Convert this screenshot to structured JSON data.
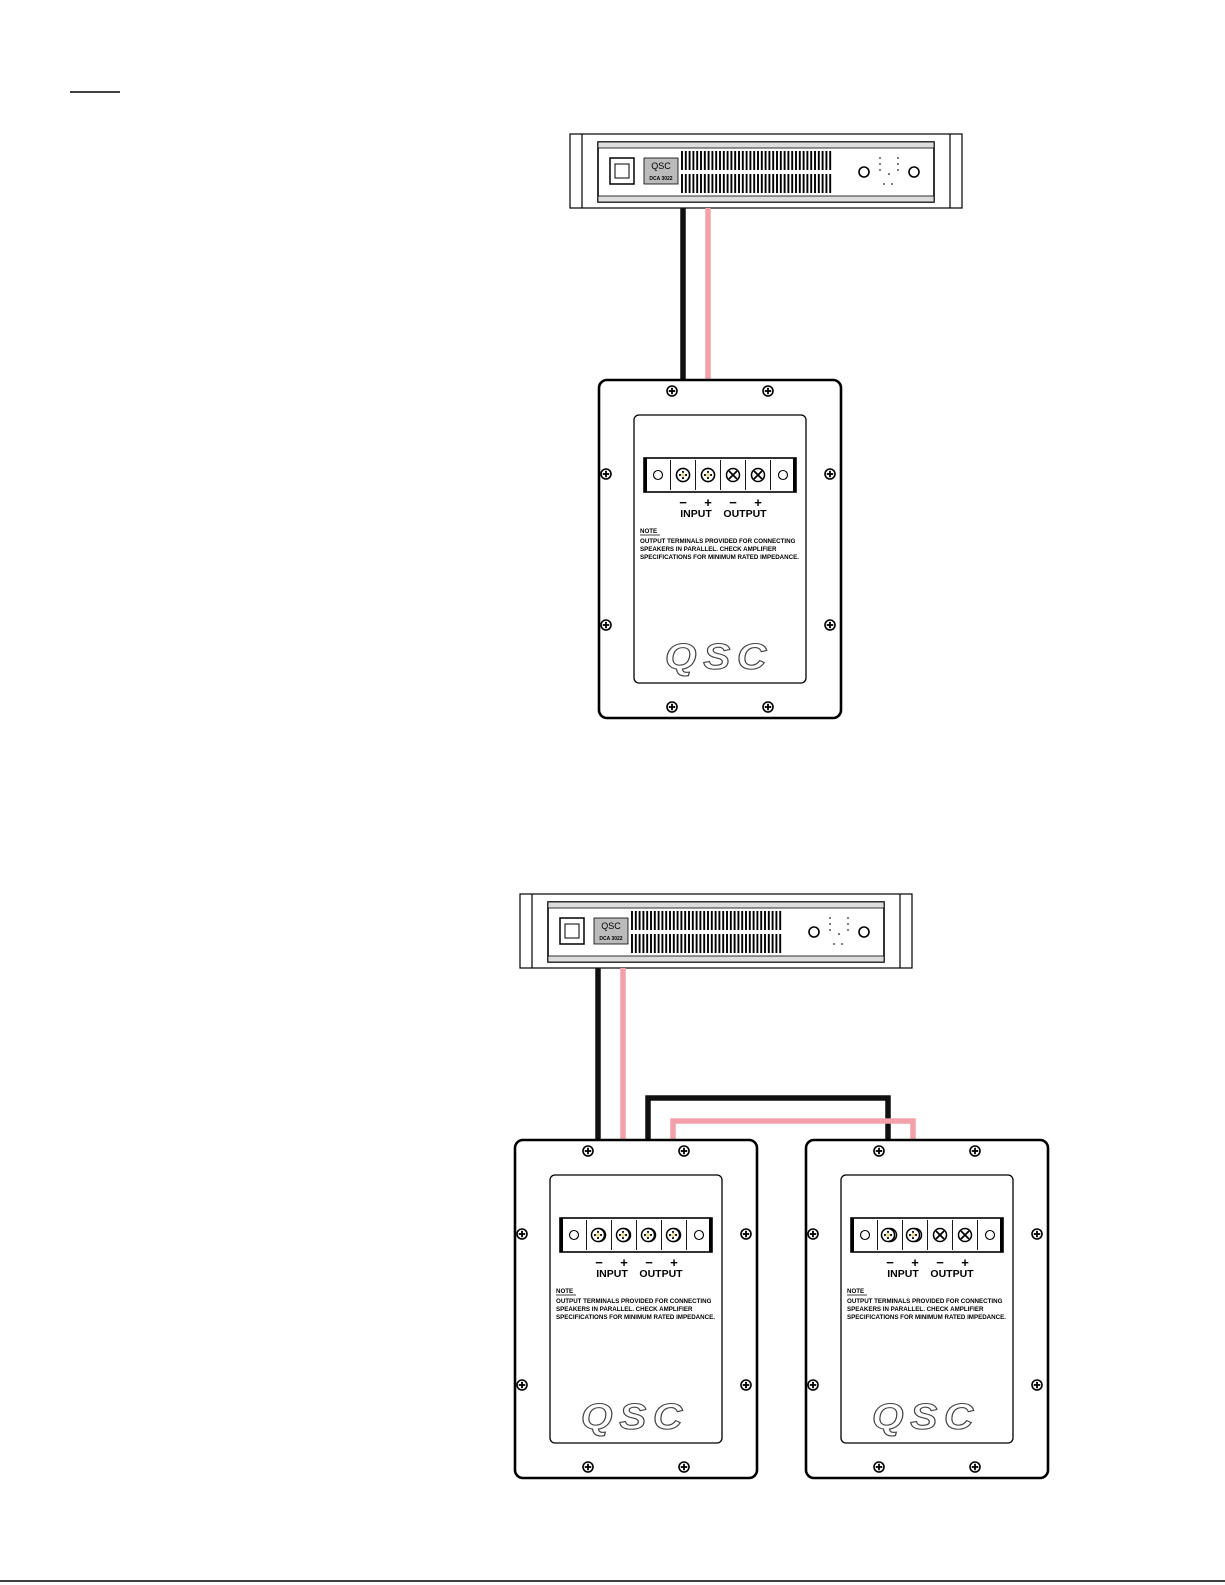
{
  "amplifier": {
    "brand": "QSC",
    "model": "DCA 3022"
  },
  "speaker_panel": {
    "terminal_signs": [
      "−",
      "+",
      "−",
      "+"
    ],
    "input_label": "INPUT",
    "output_label": "OUTPUT",
    "note_title": "NOTE",
    "note_lines": [
      "OUTPUT TERMINALS PROVIDED FOR CONNECTING",
      "SPEAKERS IN PARALLEL.   CHECK AMPLIFIER",
      "SPECIFICATIONS FOR MINIMUM RATED IMPEDANCE."
    ],
    "logo": "QSC"
  },
  "colors": {
    "negative_wire": "#1a1a1a",
    "positive_wire": "#f2a0aa",
    "outline": "#111111"
  }
}
